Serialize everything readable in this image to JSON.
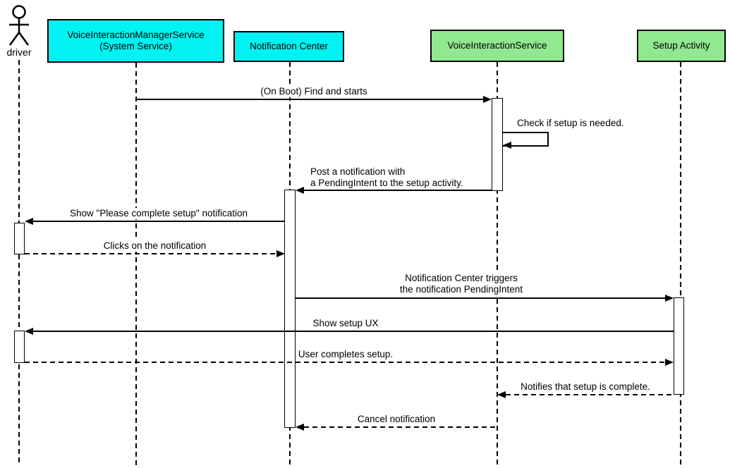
{
  "diagram": {
    "type": "uml-sequence",
    "colors": {
      "line": "#000000",
      "system_box_fill": "#00f2f2",
      "app_box_fill": "#90e890",
      "activation_fill": "#ffffff",
      "background": "#ffffff"
    },
    "participants": [
      {
        "id": "driver",
        "type": "actor",
        "label": "driver"
      },
      {
        "id": "voice-interaction-manager-service",
        "type": "system",
        "label": "VoiceInteractionManagerService\n(System Service)"
      },
      {
        "id": "notification-center",
        "type": "system",
        "label": "Notification Center"
      },
      {
        "id": "voice-interaction-service",
        "type": "app",
        "label": "VoiceInteractionService"
      },
      {
        "id": "setup-activity",
        "type": "app",
        "label": "Setup Activity"
      }
    ],
    "messages": [
      {
        "from": "voice-interaction-manager-service",
        "to": "voice-interaction-service",
        "style": "solid",
        "kind": "call",
        "label": "(On Boot) Find and starts"
      },
      {
        "from": "voice-interaction-service",
        "to": "voice-interaction-service",
        "style": "solid",
        "kind": "self",
        "label": "Check if setup is needed."
      },
      {
        "from": "voice-interaction-service",
        "to": "notification-center",
        "style": "solid",
        "kind": "call",
        "label": "Post a notification with\na PendingIntent to the setup activity."
      },
      {
        "from": "notification-center",
        "to": "driver",
        "style": "solid",
        "kind": "call",
        "label": "Show \"Please complete setup\" notification"
      },
      {
        "from": "driver",
        "to": "notification-center",
        "style": "dashed",
        "kind": "return",
        "label": "Clicks on the notification"
      },
      {
        "from": "notification-center",
        "to": "setup-activity",
        "style": "solid",
        "kind": "call",
        "label": "Notification Center triggers\nthe notification PendingIntent"
      },
      {
        "from": "setup-activity",
        "to": "driver",
        "style": "solid",
        "kind": "call",
        "label": "Show setup UX"
      },
      {
        "from": "driver",
        "to": "setup-activity",
        "style": "dashed",
        "kind": "return",
        "label": "User completes setup."
      },
      {
        "from": "setup-activity",
        "to": "voice-interaction-service",
        "style": "dashed",
        "kind": "return",
        "label": "Notifies that setup is complete."
      },
      {
        "from": "voice-interaction-service",
        "to": "notification-center",
        "style": "dashed",
        "kind": "return",
        "label": "Cancel notification"
      }
    ]
  }
}
